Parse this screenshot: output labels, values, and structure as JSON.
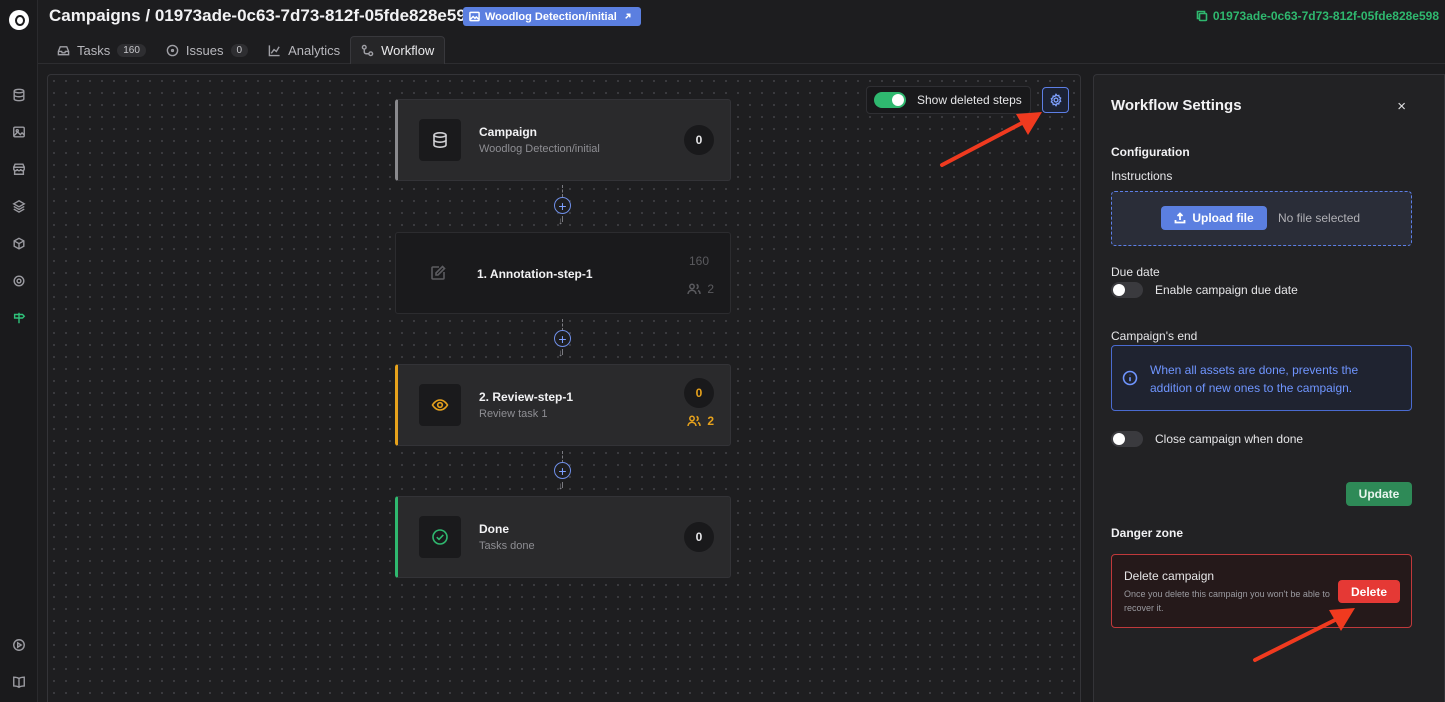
{
  "header": {
    "breadcrumb": "Campaigns",
    "separator": "/",
    "campaign_id": "01973ade-0c63-7d73-812f-05fde828e598",
    "dataset_badge": "Woodlog Detection/initial",
    "copy_id": "01973ade-0c63-7d73-812f-05fde828e598"
  },
  "tabs": [
    {
      "label": "Tasks",
      "count": "160",
      "icon": "inbox-icon"
    },
    {
      "label": "Issues",
      "count": "0",
      "icon": "issue-circle-icon"
    },
    {
      "label": "Analytics",
      "icon": "chart-line-icon"
    },
    {
      "label": "Workflow",
      "icon": "workflow-icon",
      "active": true
    }
  ],
  "canvas": {
    "show_deleted_label": "Show deleted steps",
    "show_deleted_on": true,
    "nodes": [
      {
        "title": "Campaign",
        "subtitle": "Woodlog Detection/initial",
        "count": "0",
        "icon": "database-icon",
        "accent": "#8a8a8e"
      },
      {
        "title": "1. Annotation-step-1",
        "count": "160",
        "users": "2",
        "icon": "edit-icon",
        "accent": "none"
      },
      {
        "title": "2. Review-step-1",
        "subtitle": "Review task 1",
        "count": "0",
        "users": "2",
        "icon": "eye-icon",
        "accent": "#e7a21c"
      },
      {
        "title": "Done",
        "subtitle": "Tasks done",
        "count": "0",
        "icon": "check-circle-icon",
        "accent": "#2fb86f"
      }
    ]
  },
  "panel": {
    "title": "Workflow Settings",
    "close": "×",
    "configuration": "Configuration",
    "instructions": "Instructions",
    "upload_label": "Upload file",
    "no_file": "No file selected",
    "due_date": "Due date",
    "due_date_toggle": "Enable campaign due date",
    "campaign_end": "Campaign's end",
    "info_text": "When all assets are done, prevents the addition of new ones to the campaign.",
    "close_when_done": "Close campaign when done",
    "update_label": "Update",
    "danger_zone": "Danger zone",
    "delete_title": "Delete campaign",
    "delete_desc": "Once you delete this campaign you won't be able to recover it.",
    "delete_label": "Delete"
  },
  "colors": {
    "accent_green": "#2fb86f",
    "accent_blue": "#5b7fe0",
    "danger_red": "#e53935",
    "review_orange": "#e7a21c",
    "arrow_red": "#f03a1f"
  }
}
